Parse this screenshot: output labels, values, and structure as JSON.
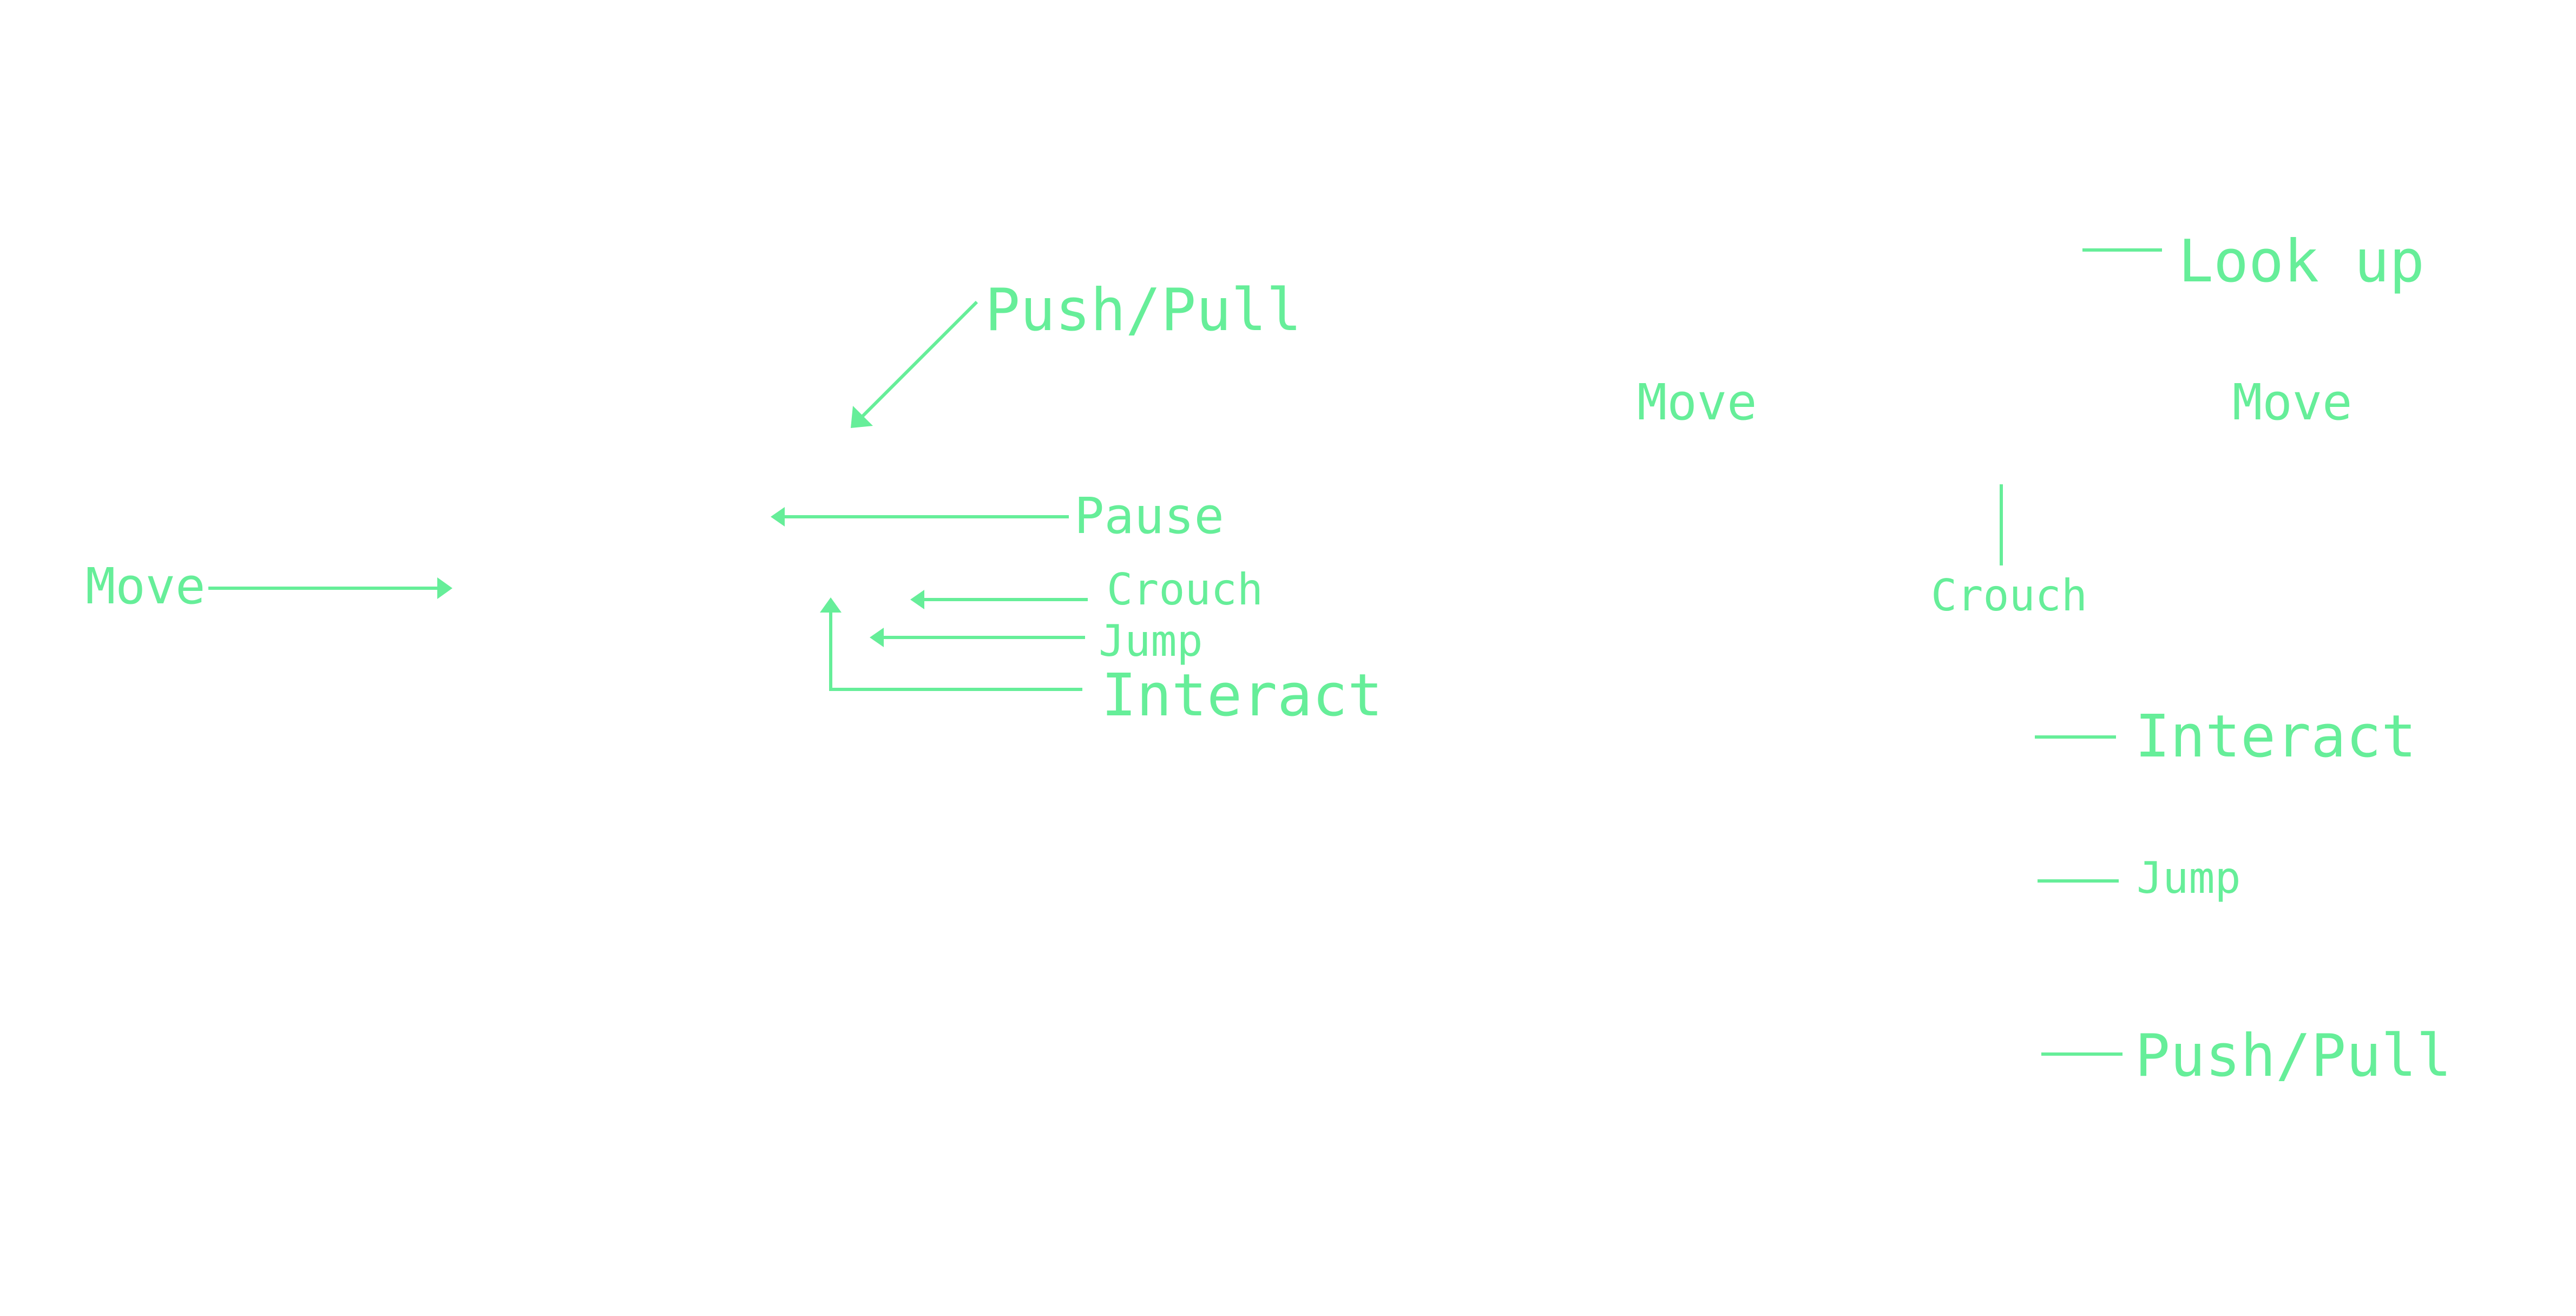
{
  "colors": {
    "line": "#66ee99",
    "background": "#ffffff"
  },
  "left_controller": {
    "move": "Move",
    "push_pull": "Push/Pull",
    "pause": "Pause",
    "crouch": "Crouch",
    "jump": "Jump",
    "interact": "Interact"
  },
  "right_controller": {
    "look_up": "Look up",
    "move_left": "Move",
    "move_right": "Move",
    "crouch": "Crouch",
    "interact": "Interact",
    "jump": "Jump",
    "push_pull": "Push/Pull"
  }
}
